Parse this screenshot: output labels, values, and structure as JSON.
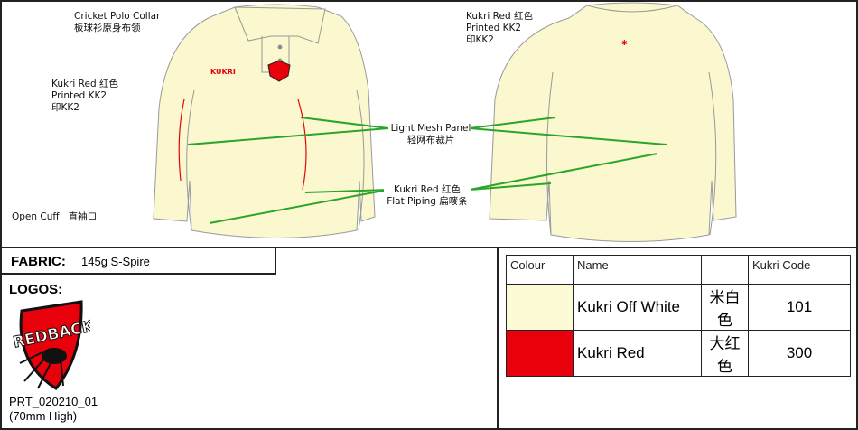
{
  "annotations": {
    "collar_en": "Cricket Polo Collar",
    "collar_cn": "板球衫原身布领",
    "front_logo_1": "Kukri Red  红色",
    "front_logo_2": "Printed KK2",
    "front_logo_3": "印KK2",
    "back_logo_1": "Kukri Red  红色",
    "back_logo_2": "Printed KK2",
    "back_logo_3": "印KK2",
    "mesh_en": "Light Mesh Panel",
    "mesh_cn": "轻网布裁片",
    "piping_1": "Kukri Red  红色",
    "piping_2": "Flat Piping  扁嘜条",
    "cuff": "Open Cuff   直袖口",
    "brand_mark": "KUKRI"
  },
  "fabric": {
    "label": "FABRIC:",
    "value": "145g S-Spire"
  },
  "logos": {
    "label": "LOGOS:",
    "logo_text": "REDBACKS",
    "code": "PRT_020210_01",
    "size": "(70mm High)"
  },
  "colour_table": {
    "headers": [
      "Colour",
      "Name",
      "",
      "Kukri Code"
    ],
    "rows": [
      {
        "swatch": "#fdfbd5",
        "name": "Kukri Off White",
        "cn": "米白色",
        "code": "101"
      },
      {
        "swatch": "#e8000b",
        "name": "Kukri Red",
        "cn": "大红色",
        "code": "300"
      }
    ]
  },
  "colors": {
    "shirt": "#fbf8cf",
    "accent": "#e8000b",
    "leader": "#2aa52a"
  }
}
